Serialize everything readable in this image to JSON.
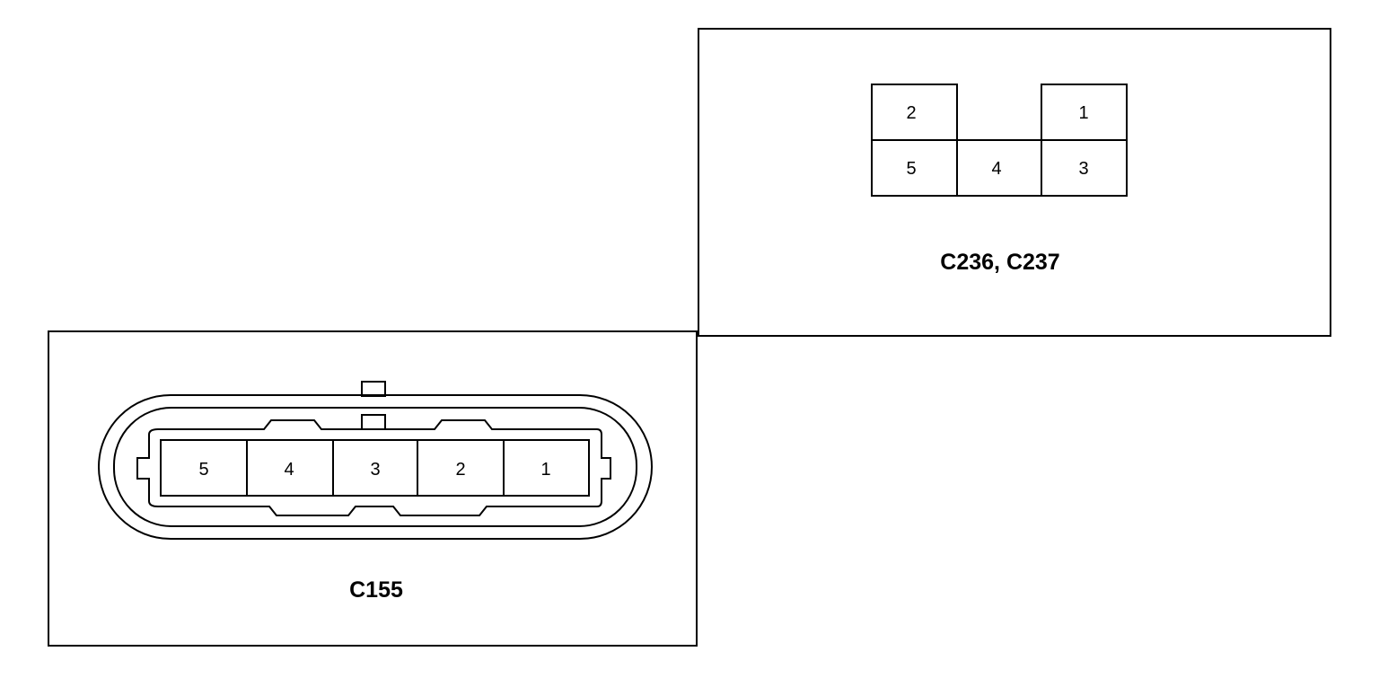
{
  "colors": {
    "background": "#ffffff",
    "line": "#000000"
  },
  "connector_c236": {
    "label": "C236, C237",
    "pins": {
      "p1": "1",
      "p2": "2",
      "p3": "3",
      "p4": "4",
      "p5": "5"
    }
  },
  "connector_c155": {
    "label": "C155",
    "pins": {
      "p1": "1",
      "p2": "2",
      "p3": "3",
      "p4": "4",
      "p5": "5"
    }
  }
}
